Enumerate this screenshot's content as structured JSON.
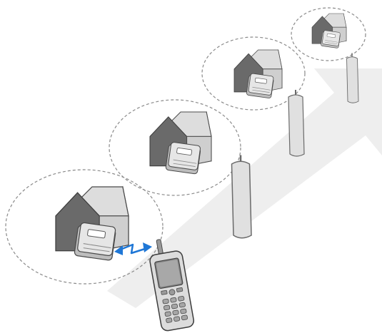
{
  "diagram": {
    "colors": {
      "background": "#ffffff",
      "arrow": "#eeeeee",
      "house_light": "#d9d9d9",
      "house_dark": "#6a6a6a",
      "house_outline": "#4a4a4a",
      "meter": "#e6e6e6",
      "meter_shadow": "#bdbdbd",
      "dashed_circle": "#8a8a8a",
      "repeater": "#e0e0e0",
      "radio_link": "#1f77d6",
      "handheld_body": "#dcdcdc",
      "handheld_screen": "#7f7f7f"
    },
    "icons": {
      "house": "house-with-gas-meter-icon",
      "repeater": "radio-repeater-icon",
      "handheld": "handheld-reader-icon",
      "link": "wireless-link-icon"
    },
    "house_count": 4,
    "repeater_count": 3,
    "direction": "toward-top-right"
  }
}
